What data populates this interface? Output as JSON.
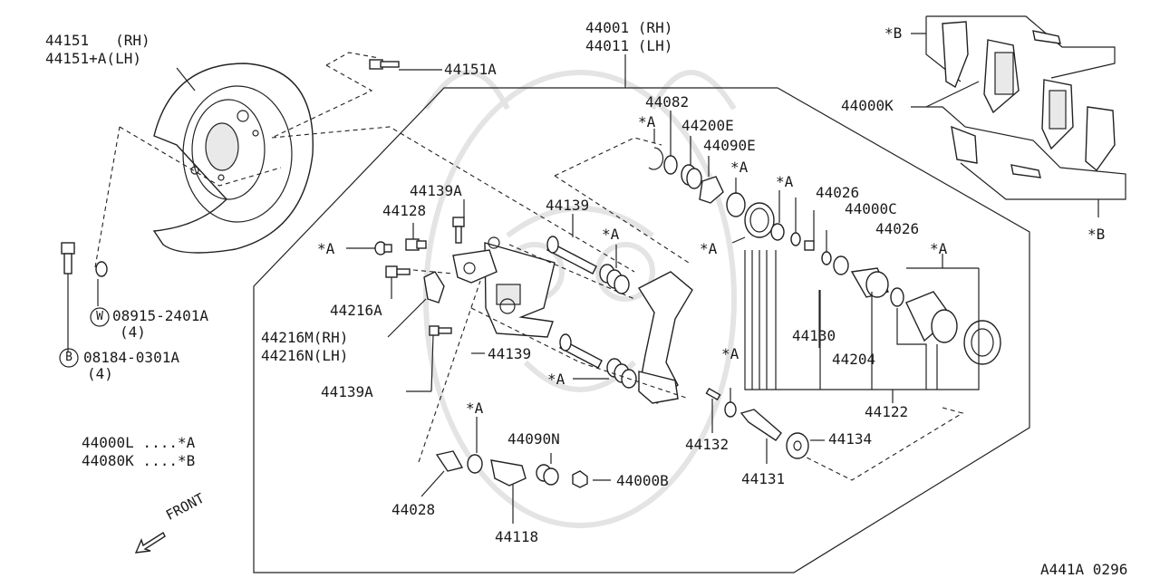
{
  "labels": {
    "shield_rh": "44151   (RH)",
    "shield_lh": "44151+A(LH)",
    "bolt_shield": "44151A",
    "caliper_rh": "44001 (RH)",
    "caliper_lh": "44011 (LH)",
    "p44082": "44082",
    "star_a_1": "*A",
    "p44200e": "44200E",
    "p44090e": "44090E",
    "star_a_2": "*A",
    "star_a_3": "*A",
    "p44026_top": "44026",
    "p44000c": "44000C",
    "p44026_mid": "44026",
    "star_a_4": "*A",
    "star_a_5": "*A",
    "pad_star_b_top": "*B",
    "pad_kit": "44000K",
    "pad_star_b_bottom": "*B",
    "p44139a_top": "44139A",
    "p44128": "44128",
    "p44139_top": "44139",
    "star_a_6": "*A",
    "star_a_7": "*A",
    "p44216a": "44216A",
    "p44216m": "44216M(RH)",
    "p44216n": "44216N(LH)",
    "p44139_mid": "44139",
    "star_a_8": "*A",
    "p44139a_bottom": "44139A",
    "p44130": "44130",
    "p44204": "44204",
    "p44122": "44122",
    "star_a_9": "*A",
    "p44132": "44132",
    "p44134": "44134",
    "p44131": "44131",
    "star_a_10": "*A",
    "p44090n": "44090N",
    "p44000b": "44000B",
    "p44028": "44028",
    "p44118": "44118",
    "washer_part": "08915-2401A",
    "washer_qty": "(4)",
    "washer_symbol": "W",
    "bolt_part": "08184-0301A",
    "bolt_qty": "(4)",
    "bolt_symbol": "B",
    "kit_a": "44000L ....*A",
    "kit_b": "44080K ....*B",
    "front": "FRONT",
    "diagram_code": "A441A 0296"
  }
}
